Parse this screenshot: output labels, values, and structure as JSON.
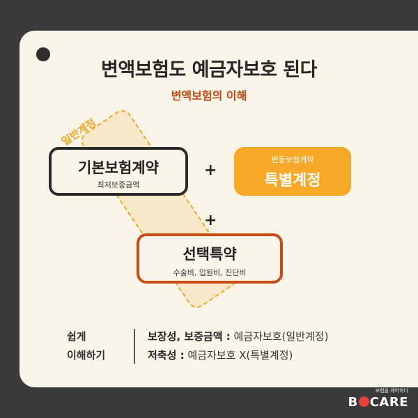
{
  "title": "변액보험도 예금자보호 된다",
  "subtitle": "변액보험의 이해",
  "band_label": "일반계정",
  "boxes": {
    "basic": {
      "main": "기본보험계약",
      "sub": "최저보증금액"
    },
    "variable": {
      "small": "변동보험계약",
      "main": "특별계정"
    },
    "optional": {
      "main": "선택특약",
      "sub": "수술비, 입원비, 진단비"
    }
  },
  "plus_sign": "+",
  "summary": {
    "label_line1": "쉽게",
    "label_line2": "이해하기",
    "row1_key": "보장성, 보증금액 :",
    "row1_value": " 예금자보호(일반계정)",
    "row2_key": "저축성 :",
    "row2_value": " 예금자보호 X(특별계정)"
  },
  "logo": {
    "tagline": "보험을 케어하다",
    "word_prefix": "B",
    "word_suffix": "CARE"
  },
  "colors": {
    "background": "#3a3a3a",
    "card": "#fbf4e8",
    "accent_orange": "#f7a826",
    "accent_red": "#c94a14",
    "logo_red": "#e8413a"
  }
}
